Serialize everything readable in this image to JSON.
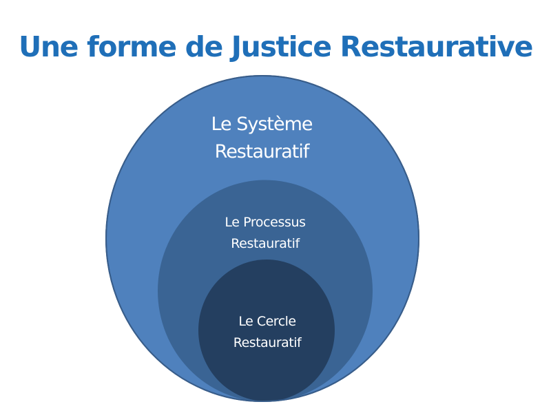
{
  "title": "Une forme de Justice Restaurative",
  "colors": {
    "title": "#1F6FB8",
    "outer_fill": "#4F81BD",
    "middle_fill": "#3A6494",
    "inner_fill": "#243F60",
    "outline": "#385D8A",
    "label_text": "#FFFFFF"
  },
  "circles": [
    {
      "id": "outer",
      "line1": "Le Système",
      "line2": "Restauratif"
    },
    {
      "id": "middle",
      "line1": "Le Processus",
      "line2": "Restauratif"
    },
    {
      "id": "inner",
      "line1": "Le Cercle",
      "line2": "Restauratif"
    }
  ]
}
